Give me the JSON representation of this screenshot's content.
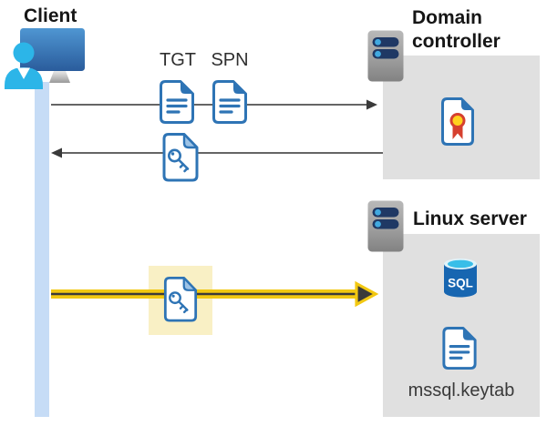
{
  "client": {
    "label": "Client"
  },
  "tickets": {
    "tgt": "TGT",
    "spn": "SPN"
  },
  "domain_controller": {
    "label": "Domain controller"
  },
  "linux_server": {
    "label": "Linux server",
    "sql_badge": "SQL",
    "keytab_file": "mssql.keytab"
  },
  "colors": {
    "doc_blue": "#2E74B5",
    "doc_fold_light": "#9DC3E6",
    "accent_yellow": "#F2C811",
    "highlight": "#F9F0C5",
    "panel_gray": "#E0E0E0",
    "bar_blue": "#C6DCF6",
    "arrow_gray": "#4F4F4F",
    "arrow_head": "#3A3A3A",
    "server_navy": "#1F3864",
    "server_dot_cyan": "#41A9E0",
    "sql_blue": "#1766B1",
    "cert_red": "#D6402F",
    "cert_gold": "#FFD21E",
    "person_cyan": "#2CB5E8"
  }
}
